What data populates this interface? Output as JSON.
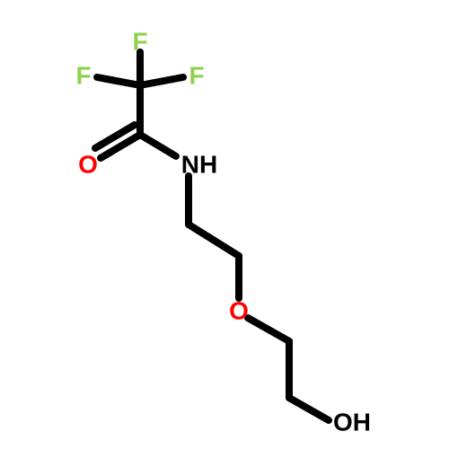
{
  "molecule": {
    "atoms": {
      "f_top": {
        "symbol": "F",
        "color": "#8fd14f"
      },
      "f_left": {
        "symbol": "F",
        "color": "#8fd14f"
      },
      "f_right": {
        "symbol": "F",
        "color": "#8fd14f"
      },
      "o_carbonyl": {
        "symbol": "O",
        "color": "#ff0000"
      },
      "n_amide": {
        "symbol": "NH",
        "color": "#000000"
      },
      "o_ether": {
        "symbol": "O",
        "color": "#ff0000"
      },
      "o_hydroxyl": {
        "symbol": "OH",
        "color": "#000000"
      }
    },
    "bond_color": "#000000"
  }
}
